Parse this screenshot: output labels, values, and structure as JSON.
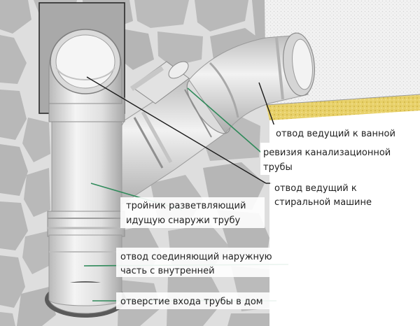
{
  "labels": {
    "bath_outlet_l1": "отвод ведущий к ванной",
    "revision_l1": "ревизия канализационной",
    "revision_l2": "трубы",
    "washer_l1": "отвод ведущий к",
    "washer_l2": "стиральной машине",
    "tee_l1": "тройник разветвляющий",
    "tee_l2": "идущую снаружи трубу",
    "connector_l1": "отвод соединяющий наружную",
    "connector_l2": "часть с внутренней",
    "entry_l1": "отверстие входа трубы в дом"
  },
  "colors": {
    "wall": "#9c9c9c",
    "stone": "#b9b9b9",
    "grout": "#dedede",
    "plaster": "#f0f0f0",
    "sand": "#e6cf5e",
    "pipe": "#e5e5e5",
    "pipe_edge": "#a7a7a7",
    "leader_green": "#2f8a5a",
    "leader_black": "#1a1a1a"
  }
}
